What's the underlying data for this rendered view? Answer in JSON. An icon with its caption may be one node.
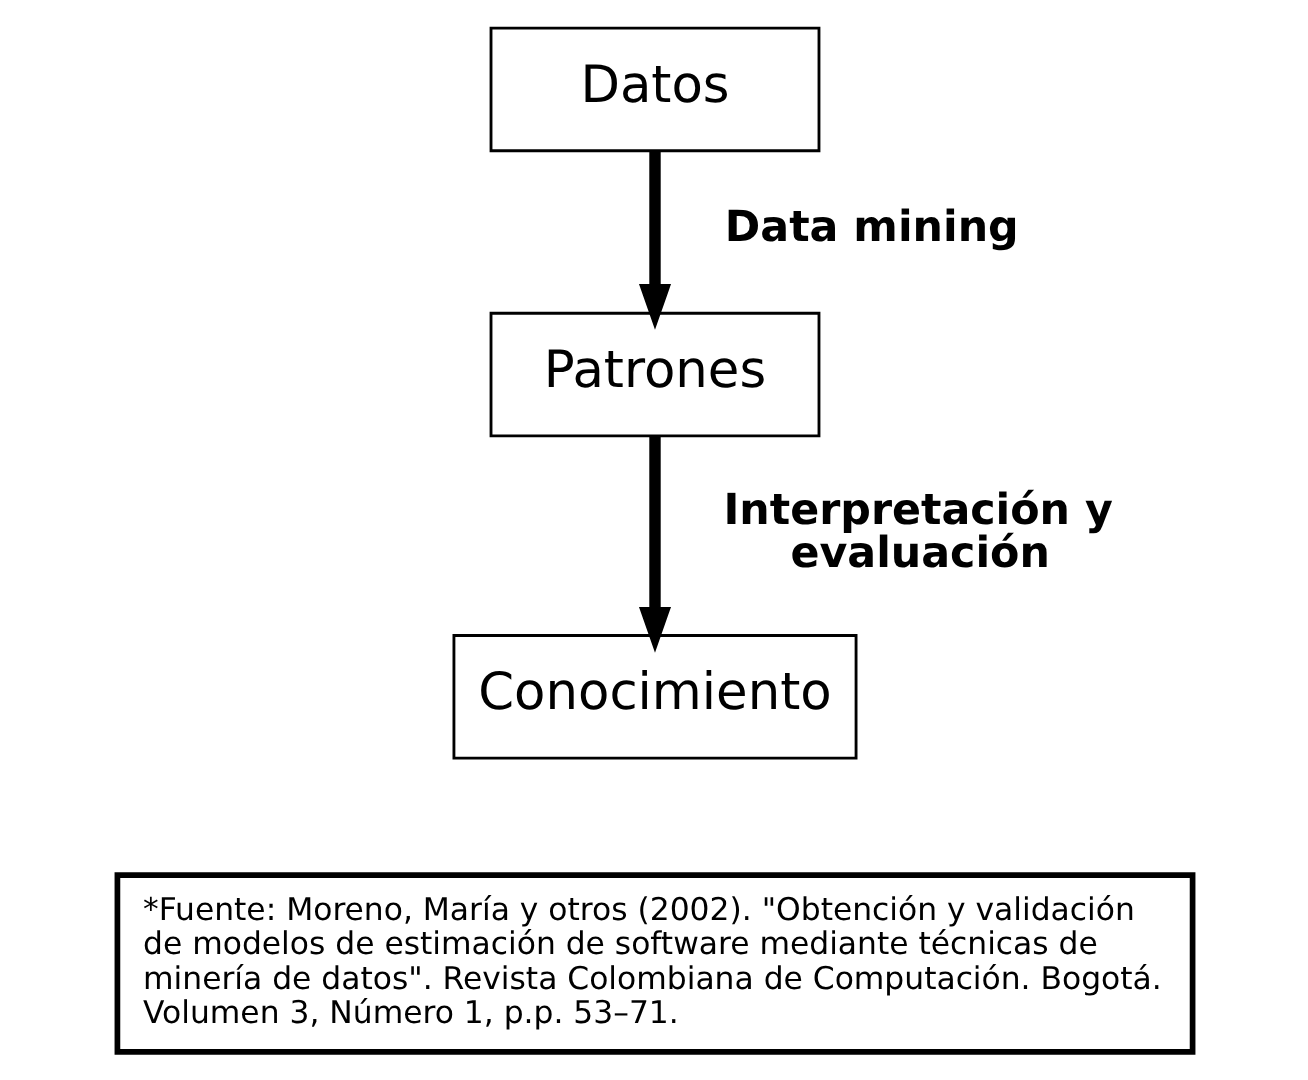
{
  "diagram": {
    "nodes": [
      {
        "text": [
          "Datos"
        ]
      },
      {
        "text": [
          "Patrones"
        ]
      },
      {
        "text": [
          "Conocimiento"
        ]
      },
      {
        "text": [
          "*Fuente: Moreno, María y otros (2002). \"Obtención y validación de modelos de estimación de software mediante técnicas de minería de datos\". Revista Colombiana de Computación. Bogotá. Volumen 3, Número 1, p.p. 53–71."
        ]
      }
    ],
    "edges": [
      {
        "from": 0,
        "to": 1,
        "arrow": "to",
        "label": "Data mining"
      },
      {
        "from": 1,
        "to": 2,
        "arrow": "to",
        "label": "Interpretación y evaluación"
      }
    ]
  }
}
